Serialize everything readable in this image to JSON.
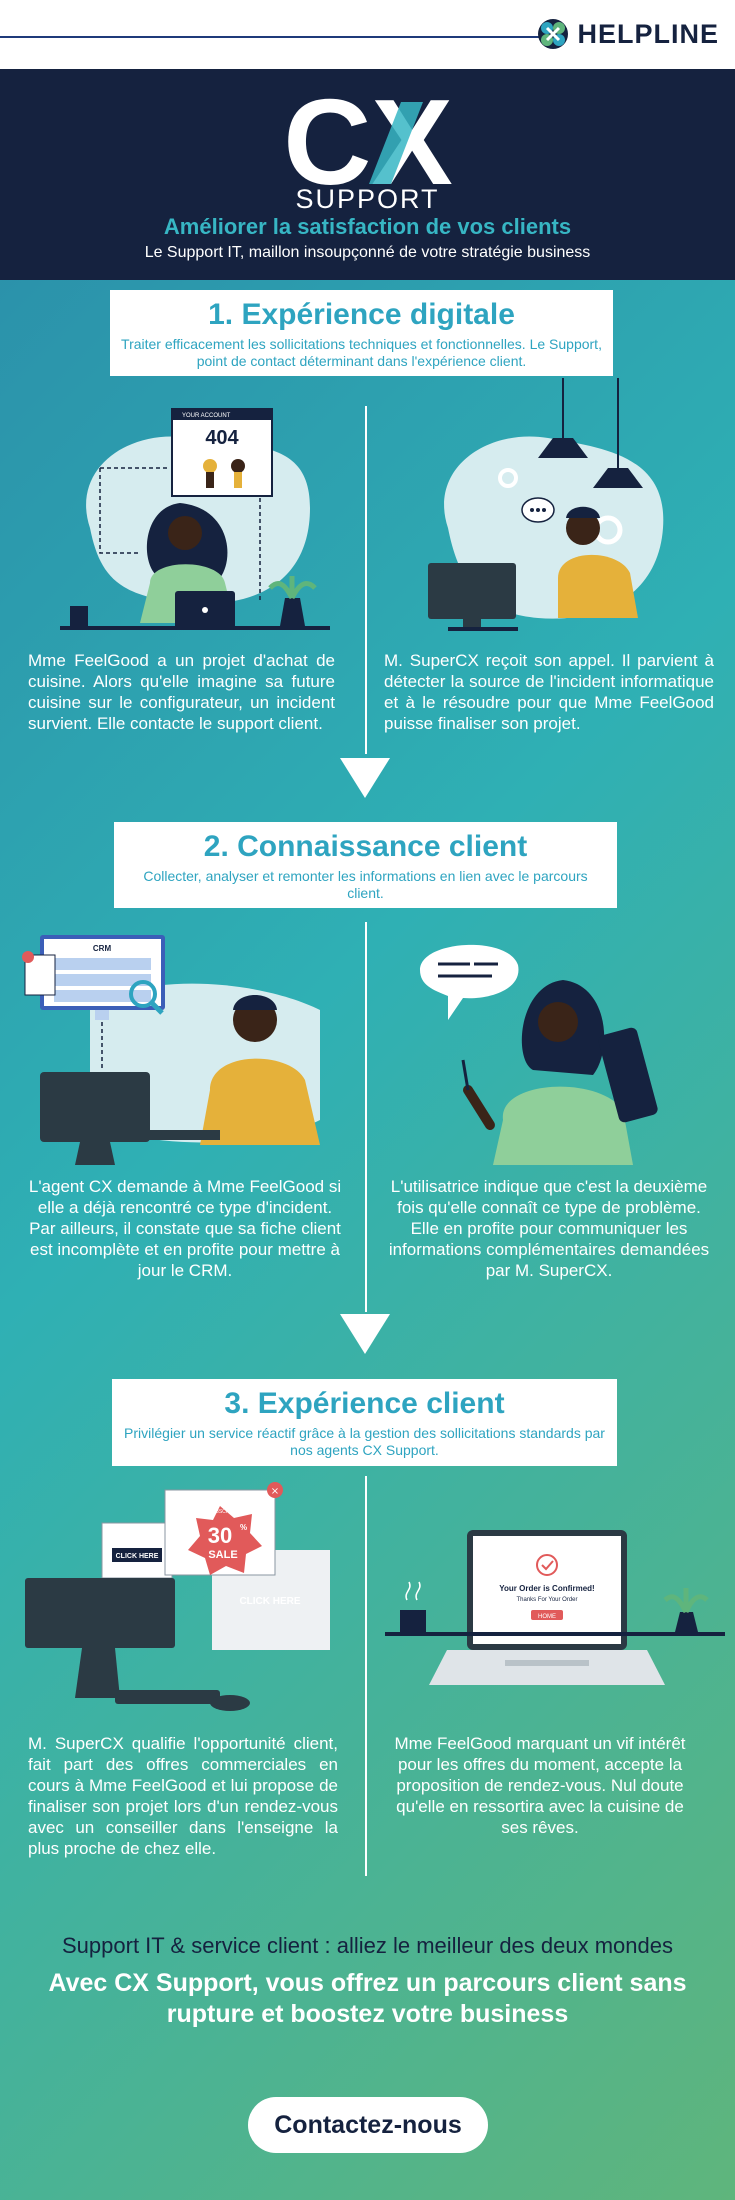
{
  "brand": {
    "name": "HELPLINE"
  },
  "header": {
    "logo_letters": "CX",
    "logo_sub": "SUPPORT",
    "title": "Améliorer la satisfaction de vos clients",
    "subtitle": "Le Support IT, maillon insoupçonné de votre stratégie business"
  },
  "sections": [
    {
      "title": "1. Expérience digitale",
      "subtitle": "Traiter efficacement les sollicitations techniques et fonctionnelles. Le Support, point de contact déterminant dans l'expérience client.",
      "left_text": "Mme FeelGood a un projet d'achat de cuisine. Alors qu'elle imagine sa future cuisine sur le configurateur, un incident survient. Elle contacte le support client.",
      "right_text": "M. SuperCX reçoit son appel. Il parvient à détecter la source de l'incident informatique et à le résoudre pour que Mme FeelGood puisse finaliser son projet."
    },
    {
      "title": "2. Connaissance client",
      "subtitle": "Collecter, analyser et remonter les informations en lien avec le parcours client.",
      "left_text": "L'agent CX demande à Mme FeelGood si elle a déjà rencontré ce type d'incident. Par ailleurs, il constate que sa fiche client est incomplète et en profite pour mettre à jour le CRM.",
      "right_text": "L'utilisatrice indique que c'est la deuxième fois qu'elle connaît ce type de problème. Elle en profite pour communiquer les informations complémentaires demandées par M. SuperCX."
    },
    {
      "title": "3. Expérience client",
      "subtitle": "Privilégier un service réactif grâce à la gestion des sollicitations standards par nos agents CX Support.",
      "left_text": "M. SuperCX qualifie l'opportunité client, fait part des offres commerciales en cours à Mme FeelGood et lui propose de finaliser son projet lors d'un rendez-vous avec un conseiller dans l'enseigne la plus proche de chez elle.",
      "right_text": "Mme FeelGood marquant un vif intérêt pour les offres du moment, accepte la proposition de rendez-vous. Nul doute qu'elle en ressortira avec la cuisine de ses rêves."
    }
  ],
  "illustrations": {
    "err_header": "YOUR ACCOUNT",
    "err_code": "404",
    "crm_label": "CRM",
    "sale_top": "SUBSCRIBE",
    "sale_num": "30",
    "sale_pct": "%",
    "sale_word": "SALE",
    "click_here_1": "CLICK HERE",
    "click_here_2": "CLICK HERE",
    "order_title": "Your Order is Confirmed!",
    "order_sub": "Thanks For Your Order",
    "order_btn": "HOME"
  },
  "closing": {
    "line1": "Support IT & service client : alliez le meilleur des deux mondes",
    "line2": "Avec CX Support, vous offrez un parcours client sans rupture et boostez votre business",
    "cta": "Contactez-nous"
  },
  "colors": {
    "navy": "#15223f",
    "teal": "#2ea4c0",
    "green": "#5fb57c",
    "skin": "#3a2418",
    "yellow": "#e5b13a",
    "dress": "#8fcf9a"
  }
}
